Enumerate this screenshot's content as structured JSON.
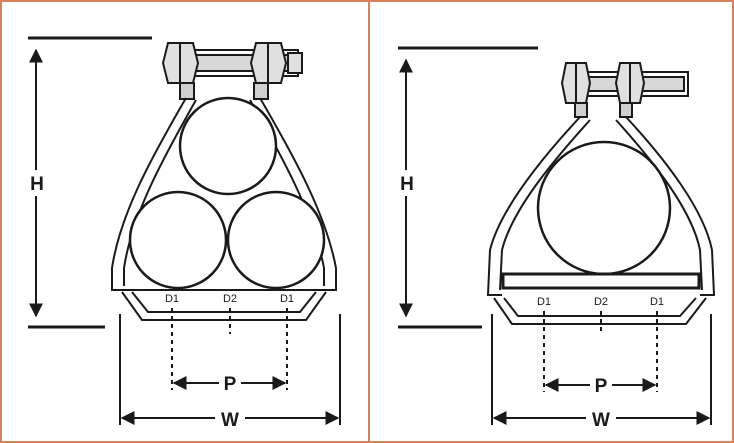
{
  "colors": {
    "border": "#d9825a",
    "line": "#1a1a1a",
    "metal": "#c8c8c8",
    "background": "#ffffff"
  },
  "left_panel": {
    "height_label": "H",
    "width_label": "W",
    "pitch_label": "P",
    "markers": [
      "D1",
      "D2",
      "D1"
    ]
  },
  "right_panel": {
    "height_label": "H",
    "width_label": "W",
    "pitch_label": "P",
    "markers": [
      "D1",
      "D2",
      "D1"
    ]
  }
}
